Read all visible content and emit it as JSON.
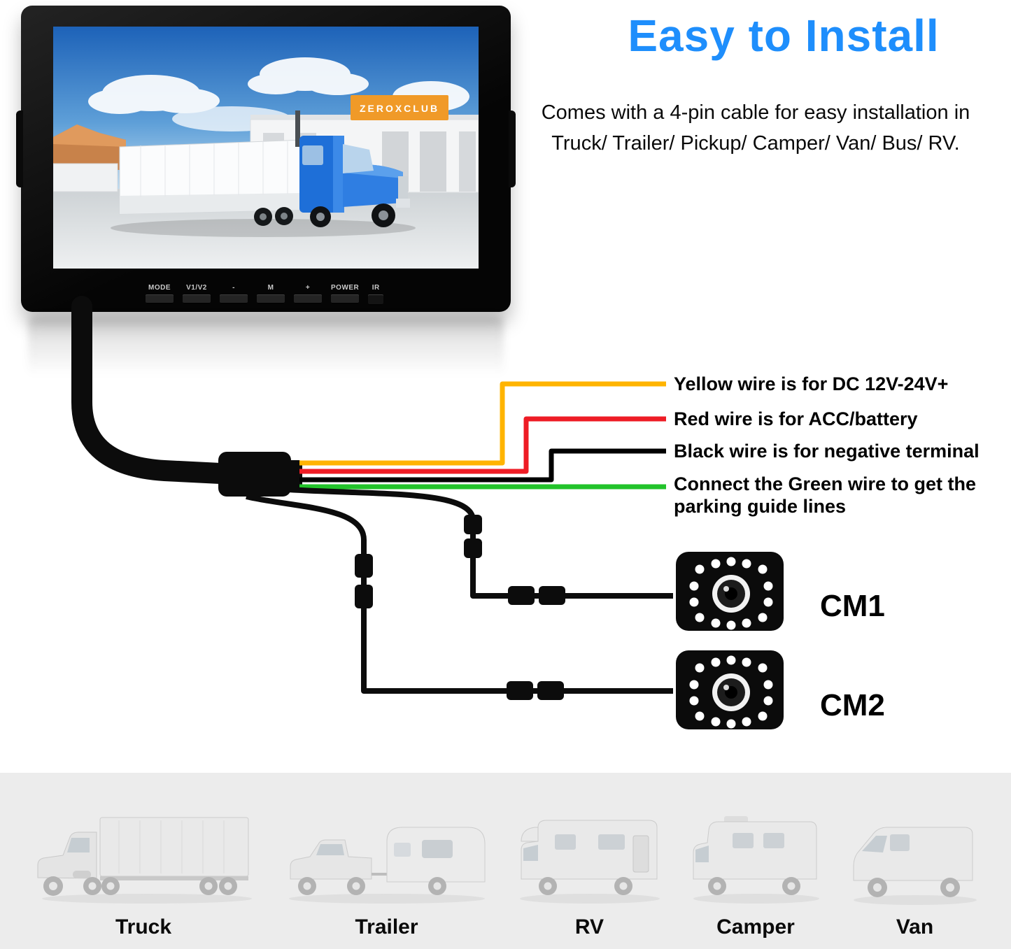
{
  "header": {
    "title": "Easy to Install",
    "subtitle_line1": "Comes with a 4-pin cable for easy installation in",
    "subtitle_line2": "Truck/ Trailer/ Pickup/ Camper/ Van/ Bus/ RV."
  },
  "monitor": {
    "screen_sign": "ZEROXCLUB",
    "buttons": [
      "MODE",
      "V1/V2",
      "-",
      "M",
      "+",
      "POWER"
    ],
    "ir_label": "IR"
  },
  "wiring": {
    "wires": [
      {
        "name": "yellow",
        "color": "#ffb401",
        "label": "Yellow wire is for DC 12V-24V+"
      },
      {
        "name": "red",
        "color": "#ee1c25",
        "label": "Red wire is for ACC/battery"
      },
      {
        "name": "black",
        "color": "#000000",
        "label": "Black wire is for negative terminal"
      },
      {
        "name": "green",
        "color": "#22c32a",
        "label_line1": "Connect the Green wire to get the",
        "label_line2": "parking guide lines"
      }
    ]
  },
  "cameras": [
    {
      "label": "CM1"
    },
    {
      "label": "CM2"
    }
  ],
  "vehicles": [
    {
      "label": "Truck"
    },
    {
      "label": "Trailer"
    },
    {
      "label": "RV"
    },
    {
      "label": "Camper"
    },
    {
      "label": "Van"
    }
  ],
  "colors": {
    "accent_blue": "#1e8efc",
    "strip_background": "#ececec"
  }
}
